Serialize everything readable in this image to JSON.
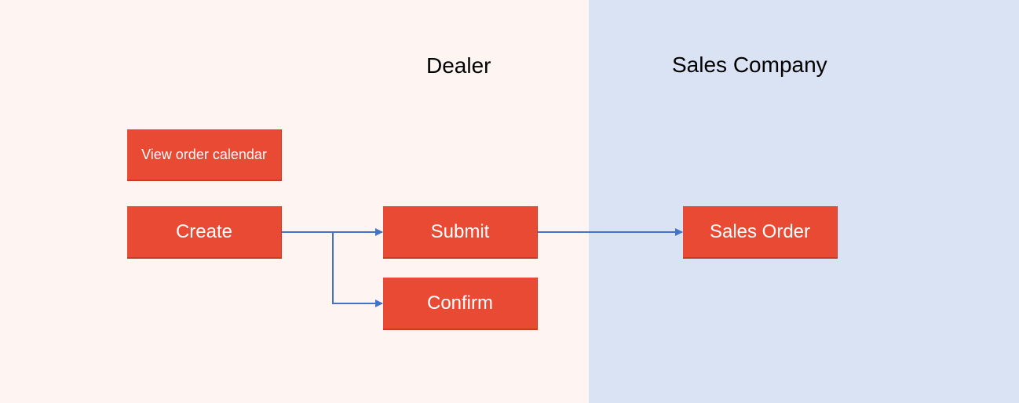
{
  "lanes": {
    "dealer": {
      "title": "Dealer",
      "background": "#fef5f2"
    },
    "sales_company": {
      "title": "Sales Company",
      "background": "#dae3f3"
    }
  },
  "nodes": {
    "view_order_calendar": "View order calendar",
    "create": "Create",
    "submit": "Submit",
    "confirm": "Confirm",
    "sales_order": "Sales Order"
  },
  "edges": [
    {
      "from": "create",
      "to": "submit"
    },
    {
      "from": "create",
      "to": "confirm"
    },
    {
      "from": "submit",
      "to": "sales_order"
    }
  ],
  "colors": {
    "node_fill": "#e84a33",
    "node_text": "#ffffff",
    "connector": "#4472c4"
  }
}
